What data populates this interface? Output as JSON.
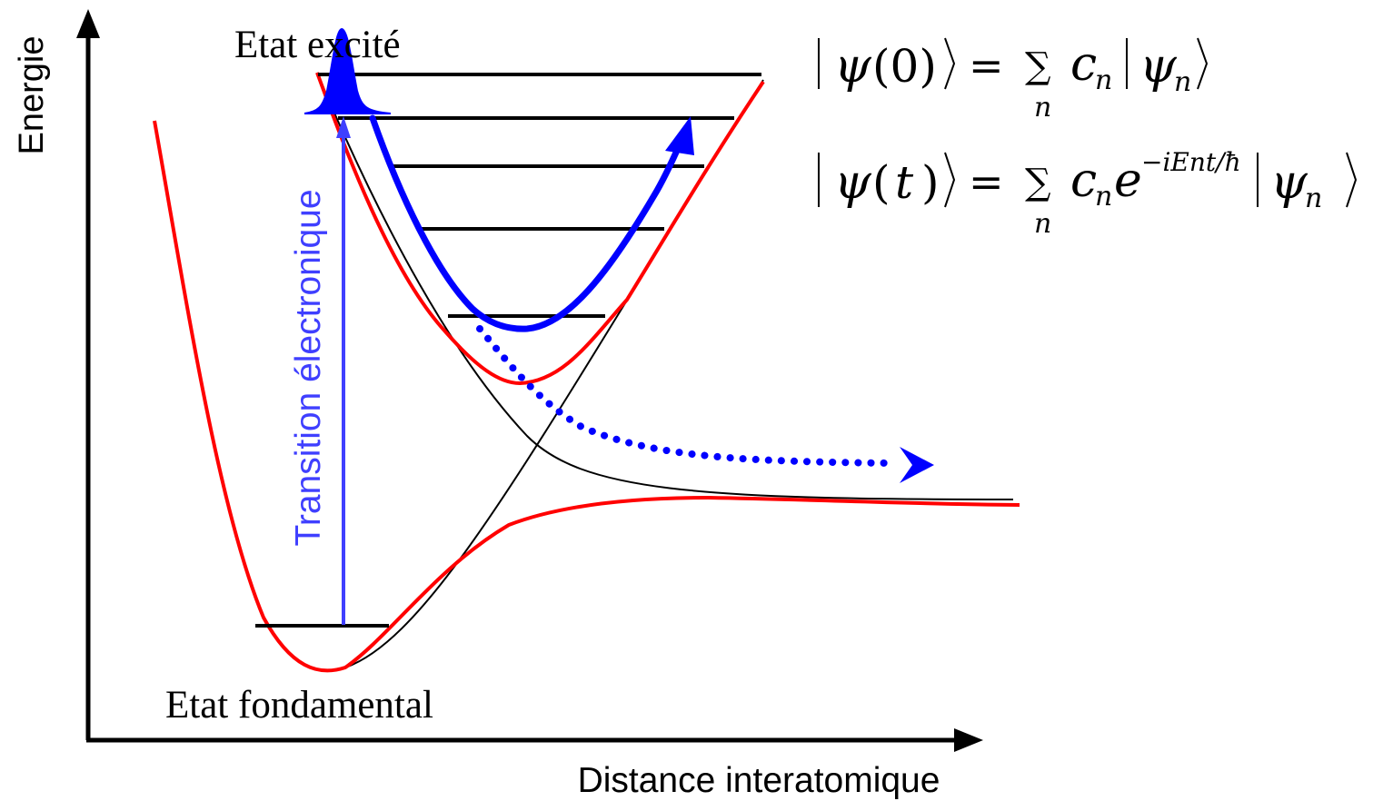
{
  "axes": {
    "y_label": "Energie",
    "x_label": "Distance interatomique"
  },
  "labels": {
    "excited_state": "Etat excité",
    "ground_state": "Etat fondamental",
    "transition": "Transition électronique"
  },
  "equations": {
    "eq1": {
      "psi": "ψ",
      "arg": "(0)",
      "equals": "=",
      "sum": "∑",
      "sum_index": "n",
      "coef": "c",
      "coef_sub": "n",
      "ket_psi": "ψ",
      "ket_sub": "n"
    },
    "eq2": {
      "psi": "ψ",
      "arg_open": "(",
      "arg_var": "t",
      "arg_close": ")",
      "equals": "=",
      "sum": "∑",
      "sum_index": "n",
      "coef": "c",
      "coef_sub": "n",
      "exp_base": "e",
      "exp_power": "−iEnt/ħ",
      "ket_psi": "ψ",
      "ket_sub": "n"
    }
  },
  "colors": {
    "potential_adiabatic": "#ff0000",
    "potential_diabatic": "#000000",
    "wavepacket": "#0000ff",
    "transition_arrow": "#3f3fff",
    "vibrational_levels": "#000000",
    "axes": "#000000"
  }
}
